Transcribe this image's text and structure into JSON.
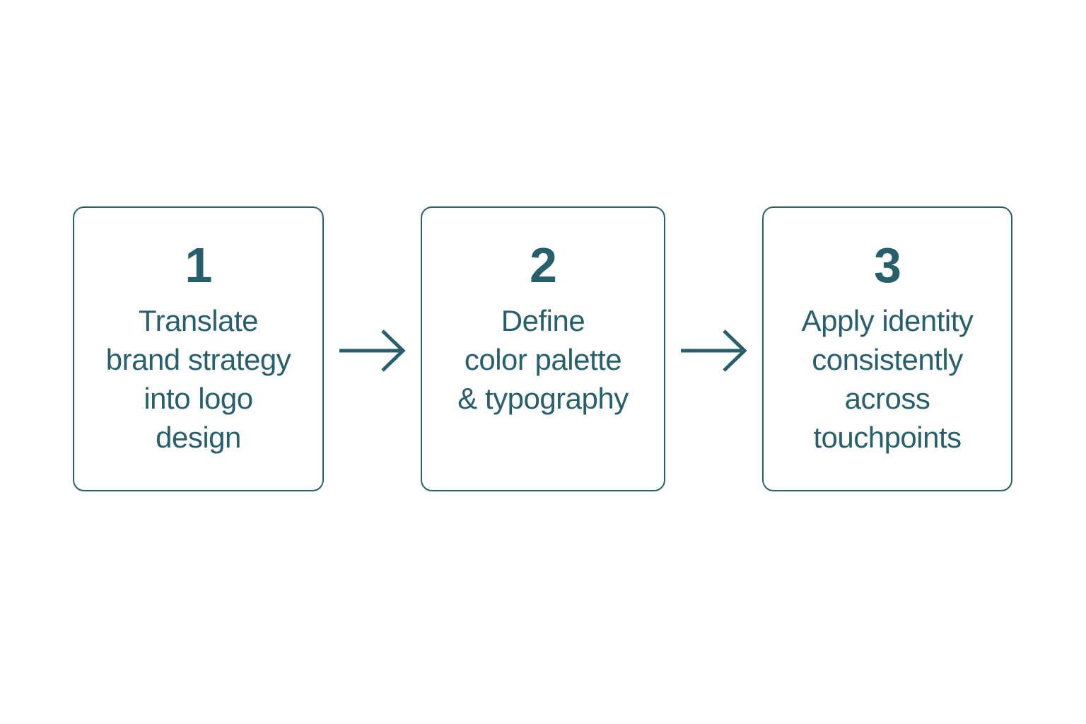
{
  "page": {
    "background_color": "#ffffff"
  },
  "colors": {
    "accent_teal": "#285f6d"
  },
  "diagram": {
    "type": "process-flow",
    "connector": "right-arrow",
    "steps": [
      {
        "number": "1",
        "lines": [
          "Translate",
          "brand strategy",
          "into logo",
          "design"
        ]
      },
      {
        "number": "2",
        "lines": [
          "Define",
          "color palette",
          "& typography"
        ]
      },
      {
        "number": "3",
        "lines": [
          "Apply identity",
          "consistently",
          "across",
          "touchpoints"
        ]
      }
    ]
  }
}
